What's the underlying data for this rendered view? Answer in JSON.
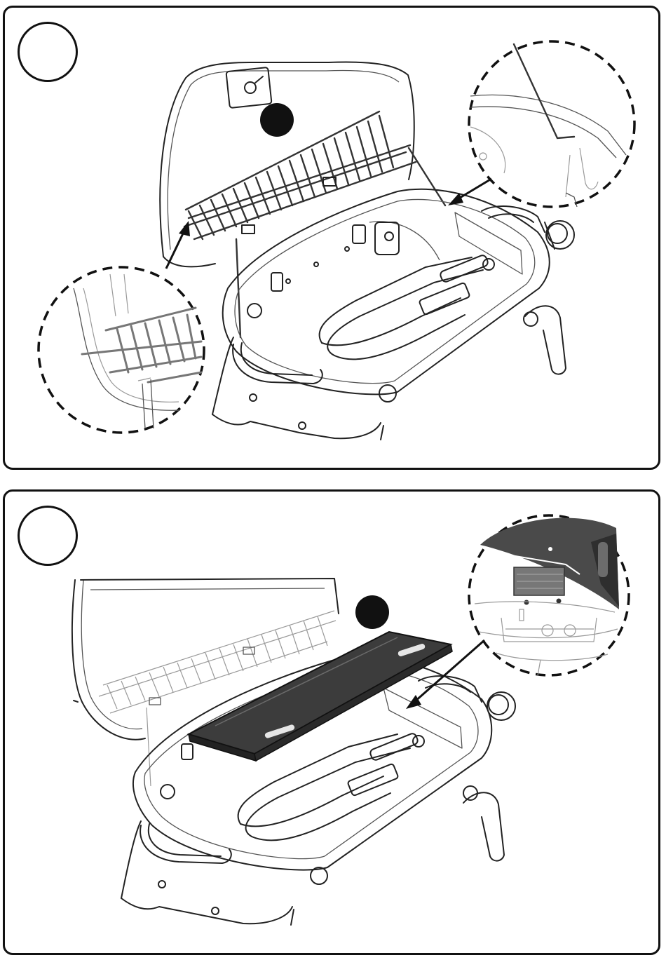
{
  "figure": {
    "panels": [
      {
        "id": "panel-1",
        "step_label": "",
        "callout_label": "",
        "part": "warming-rack",
        "icon": "grill-warming-rack-illustration"
      },
      {
        "id": "panel-2",
        "step_label": "",
        "callout_label": "",
        "part": "heat-shield-plate",
        "icon": "grill-heat-plate-illustration"
      }
    ],
    "colors": {
      "outline": "#111111",
      "plate": "#3c3c3c",
      "detail_gray": "#9a9a9a"
    }
  }
}
